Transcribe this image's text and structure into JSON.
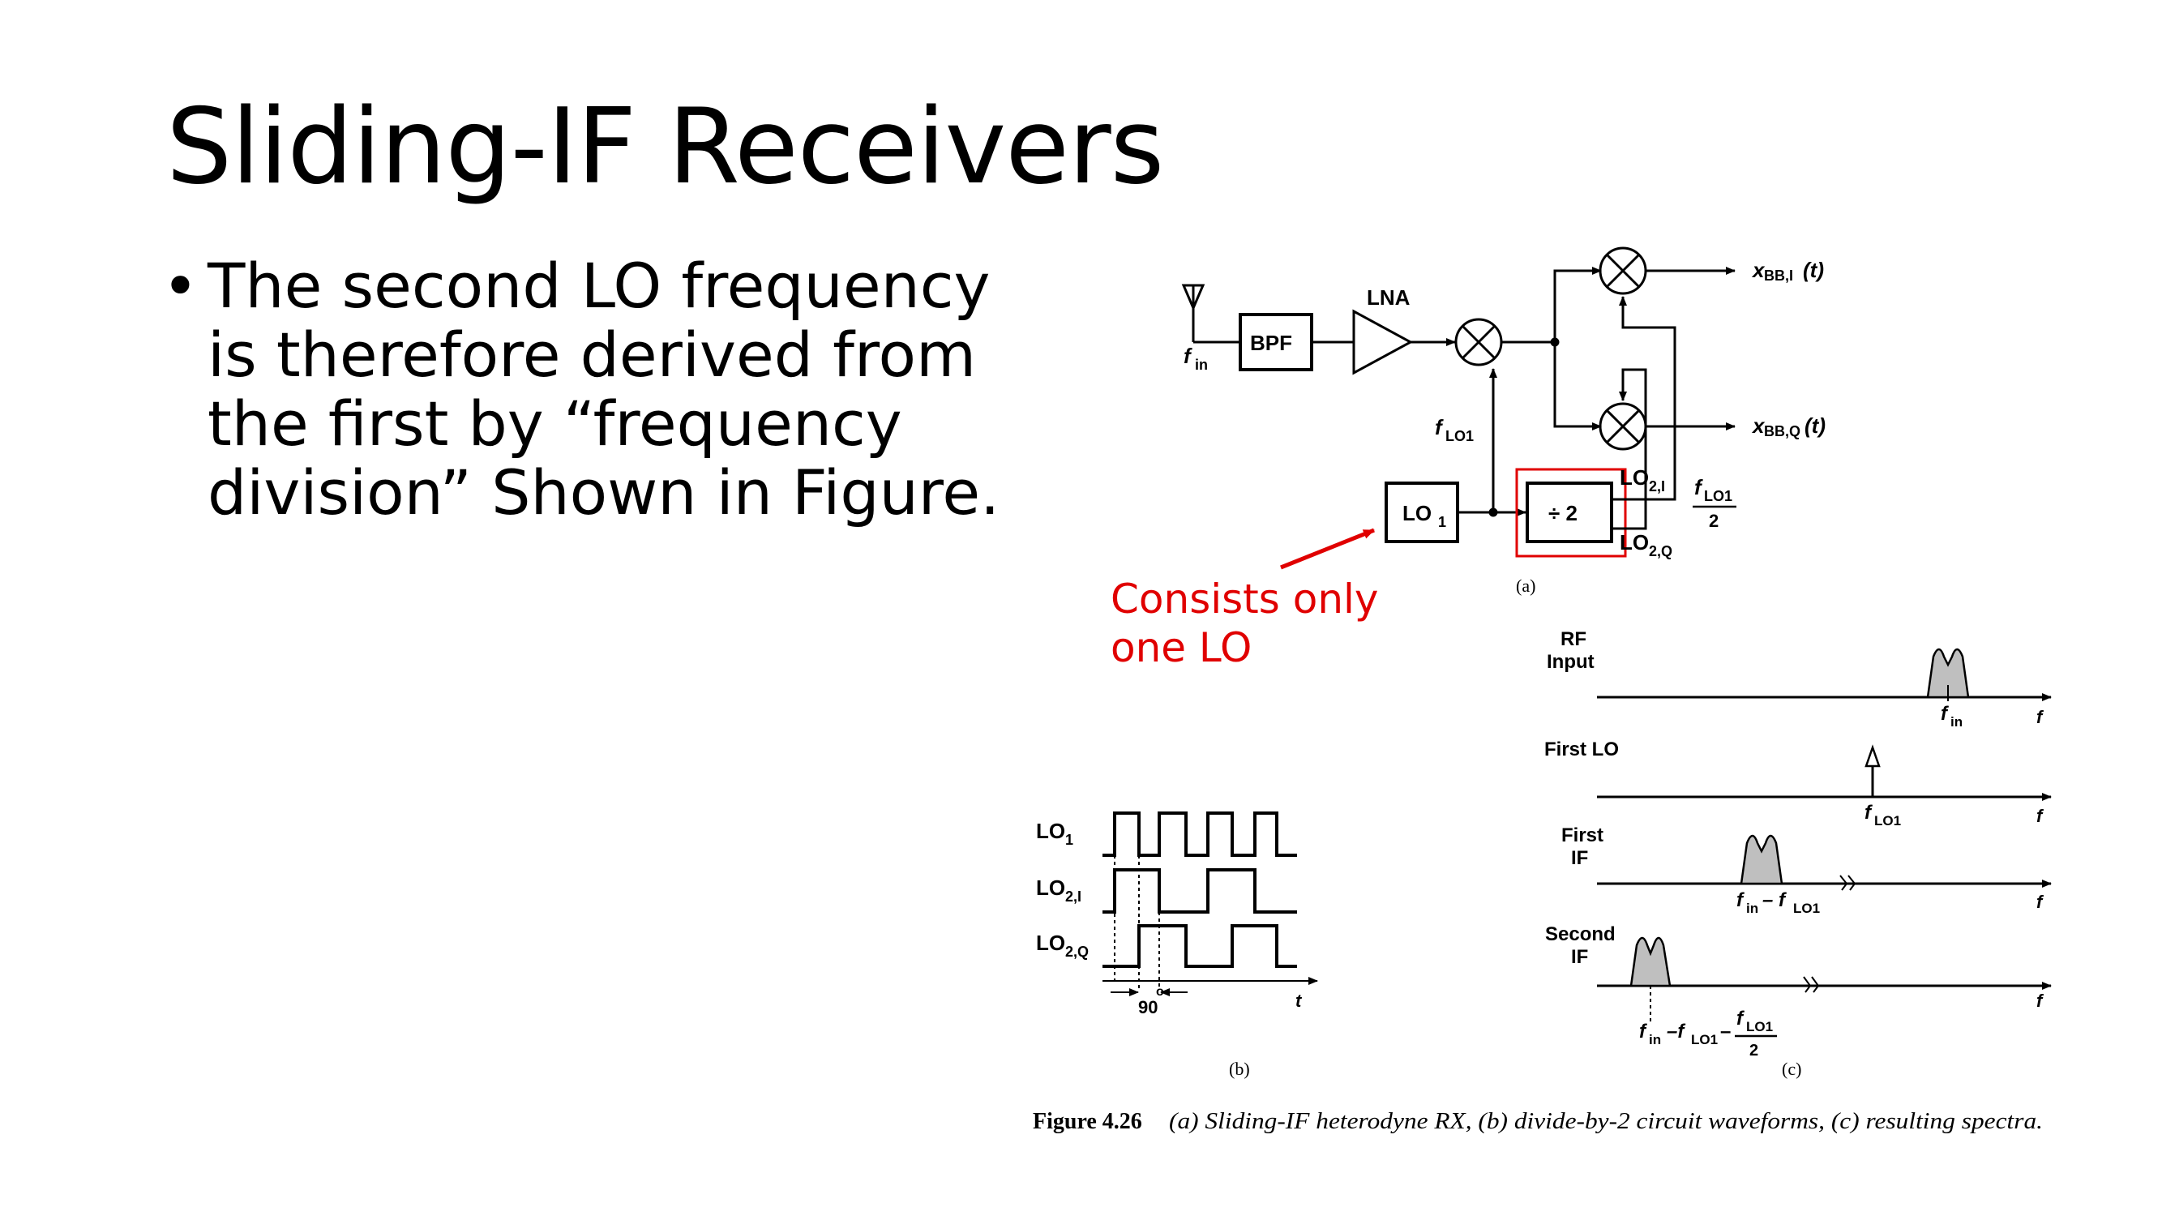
{
  "slide": {
    "title": "Sliding-IF Receivers",
    "bullets": [
      "The second LO frequency is therefore derived from the first by “frequency division” Shown in Figure."
    ]
  },
  "annotation": {
    "lines": [
      "Consists only",
      "one LO"
    ],
    "color": "#e00000"
  },
  "figure": {
    "block_labels": {
      "bpf": "BPF",
      "lna": "LNA",
      "lo1": "LO",
      "lo1_sub": "1",
      "divider": "÷ 2",
      "fin": "f",
      "fin_sub": "in",
      "flo1": "f",
      "flo1_sub": "LO1",
      "lo2i": "LO",
      "lo2i_sub": "2,I",
      "lo2q": "LO",
      "lo2q_sub": "2,Q",
      "half_num": "f",
      "half_num_sub": "LO1",
      "half_den": "2",
      "out_i": "x",
      "out_i_sub": "BB,I",
      "out_i_arg": "(t)",
      "out_q": "x",
      "out_q_sub": "BB,Q",
      "out_q_arg": "(t)"
    },
    "sublabels": {
      "a": "(a)",
      "b": "(b)",
      "c": "(c)"
    },
    "waveforms": {
      "rows": [
        {
          "name": "LO",
          "sub": "1"
        },
        {
          "name": "LO",
          "sub": "2,I"
        },
        {
          "name": "LO",
          "sub": "2,Q"
        }
      ],
      "phase_label": "90",
      "phase_unit": "o",
      "time_axis": "t"
    },
    "spectra": {
      "rows": [
        {
          "label1": "RF",
          "label2": "Input",
          "marker": "f",
          "marker_sub": "in"
        },
        {
          "label1": "First LO",
          "label2": "",
          "marker": "f",
          "marker_sub": "LO1"
        },
        {
          "label1": "First",
          "label2": "IF",
          "marker": "f",
          "marker_sub": "in",
          "marker2": "– f",
          "marker2_sub": "LO1"
        },
        {
          "label1": "Second",
          "label2": "IF",
          "marker": "f",
          "marker_sub": "in",
          "marker2": "–f",
          "marker2_sub": "LO1",
          "marker3": "–"
        }
      ],
      "freq_axis": "f",
      "second_if_num": "f",
      "second_if_num_sub": "LO1",
      "second_if_den": "2"
    },
    "caption_label": "Figure 4.26",
    "caption_text": "(a) Sliding-IF heterodyne RX, (b) divide-by-2 circuit waveforms, (c) resulting spectra."
  }
}
